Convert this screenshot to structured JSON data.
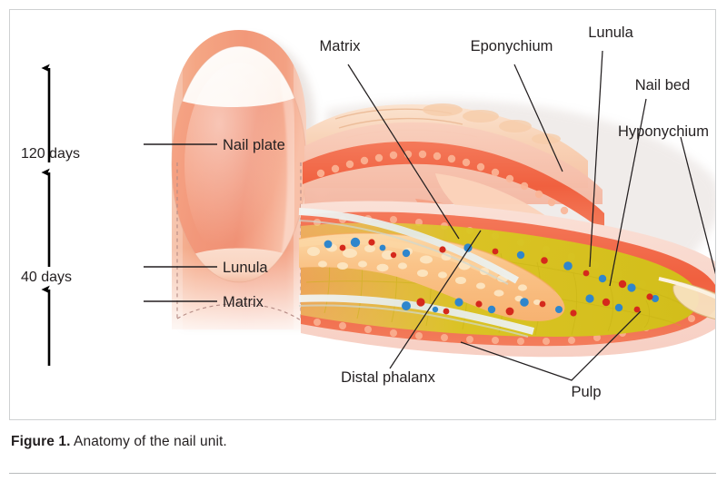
{
  "figure": {
    "caption_number": "Figure 1.",
    "caption_text": " Anatomy of the nail unit."
  },
  "left_panel": {
    "name": "dorsal-nail-view",
    "growth_labels": [
      {
        "id": "growth-120",
        "text": "120 days"
      },
      {
        "id": "growth-40",
        "text": "40 days"
      }
    ],
    "labels": [
      {
        "id": "nail-plate",
        "text": "Nail plate"
      },
      {
        "id": "lunula",
        "text": "Lunula"
      },
      {
        "id": "matrix",
        "text": "Matrix"
      }
    ]
  },
  "right_panel": {
    "name": "sagittal-cross-section",
    "labels": [
      {
        "id": "matrix",
        "text": "Matrix"
      },
      {
        "id": "eponychium",
        "text": "Eponychium"
      },
      {
        "id": "lunula",
        "text": "Lunula"
      },
      {
        "id": "nail-bed",
        "text": "Nail bed"
      },
      {
        "id": "hyponychium",
        "text": "Hyponychium"
      },
      {
        "id": "distal-phalanx",
        "text": "Distal phalanx"
      },
      {
        "id": "pulp",
        "text": "Pulp"
      }
    ]
  },
  "colors": {
    "skin_light": "#f9d9c4",
    "skin_mid": "#f2a585",
    "nail_plate": "#f29a7d",
    "nail_tip": "#fdf6f2",
    "lunula": "#fbd9c8",
    "dermis_red": "#f2684a",
    "fat_yellow": "#d8c51f",
    "bone": "#f9c98a",
    "vessel_blue": "#2f86cc",
    "vessel_red": "#d5291c",
    "border_gray": "#cfd1d2",
    "text": "#231f20"
  }
}
